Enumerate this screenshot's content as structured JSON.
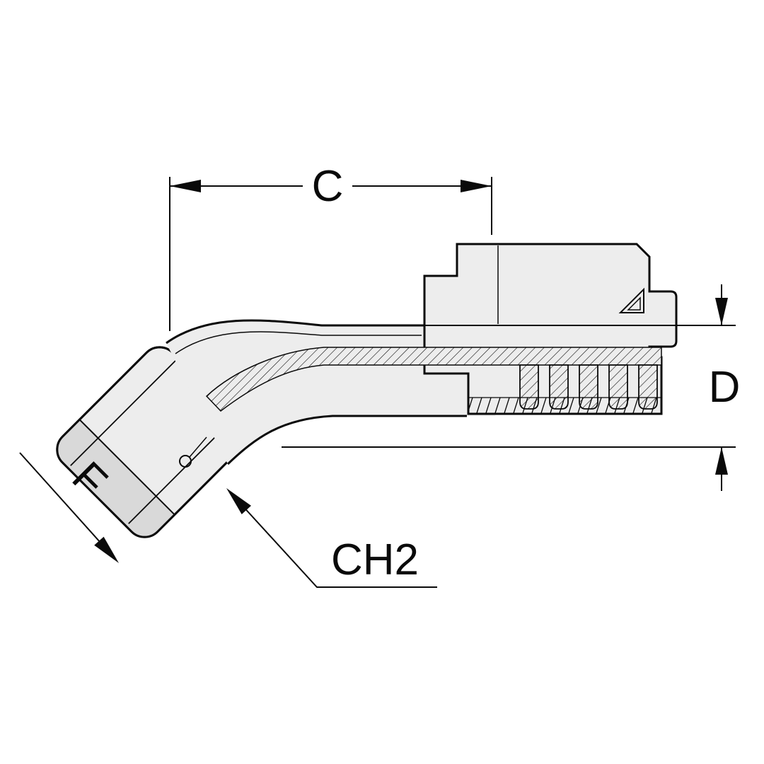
{
  "diagram": {
    "name": "45-degree swivel female hydraulic hose fitting - dimensional technical drawing",
    "labels": {
      "c": "C",
      "d": "D",
      "f": "F",
      "ch2": "CH2"
    },
    "icons": {
      "arrowhead": "filled-triangle",
      "brand_logo": "triangle-logo-glyph"
    },
    "colors": {
      "outline": "#0a0a0a",
      "body_fill": "#ededed",
      "shaded_fill": "#d9d9d9",
      "background": "#ffffff"
    }
  }
}
